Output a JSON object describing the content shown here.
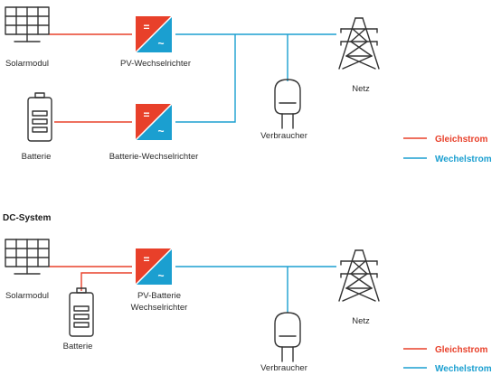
{
  "colors": {
    "dc": "#e8402a",
    "ac": "#1b9fd0",
    "icon": "#333333"
  },
  "ac_system": {
    "solar_label": "Solarmodul",
    "pv_inverter_label": "PV-Wechselrichter",
    "battery_label": "Batterie",
    "battery_inverter_label": "Batterie-Wechselrichter",
    "consumer_label": "Verbraucher",
    "grid_label": "Netz"
  },
  "dc_system": {
    "title": "DC-System",
    "solar_label": "Solarmodul",
    "battery_label": "Batterie",
    "inverter_label_line1": "PV-Batterie",
    "inverter_label_line2": "Wechselrichter",
    "consumer_label": "Verbraucher",
    "grid_label": "Netz"
  },
  "legend": {
    "dc_label": "Gleichstrom",
    "ac_label": "Wechelstrom"
  },
  "inverter_symbols": {
    "dc": "=",
    "ac": "~"
  }
}
